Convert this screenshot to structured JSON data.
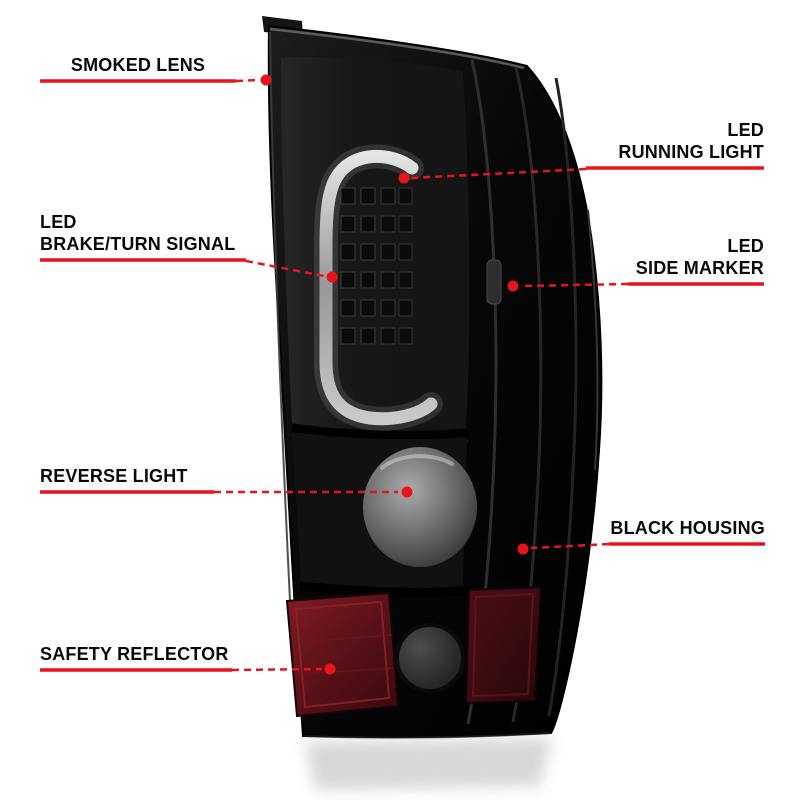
{
  "colors": {
    "accent": "#e8131b",
    "background": "#ffffff",
    "housing_black": "#0c0c0c",
    "reflector_red": "#5a1118"
  },
  "callouts": [
    {
      "id": "smoked-lens",
      "lines": [
        "SMOKED LENS"
      ]
    },
    {
      "id": "led-running-light",
      "lines": [
        "LED",
        "RUNNING LIGHT"
      ]
    },
    {
      "id": "led-brake-turn-signal",
      "lines": [
        "LED",
        "BRAKE/TURN SIGNAL"
      ]
    },
    {
      "id": "led-side-marker",
      "lines": [
        "LED",
        "SIDE MARKER"
      ]
    },
    {
      "id": "reverse-light",
      "lines": [
        "REVERSE LIGHT"
      ]
    },
    {
      "id": "black-housing",
      "lines": [
        "BLACK HOUSING"
      ]
    },
    {
      "id": "safety-reflector",
      "lines": [
        "SAFETY REFLECTOR"
      ]
    }
  ]
}
